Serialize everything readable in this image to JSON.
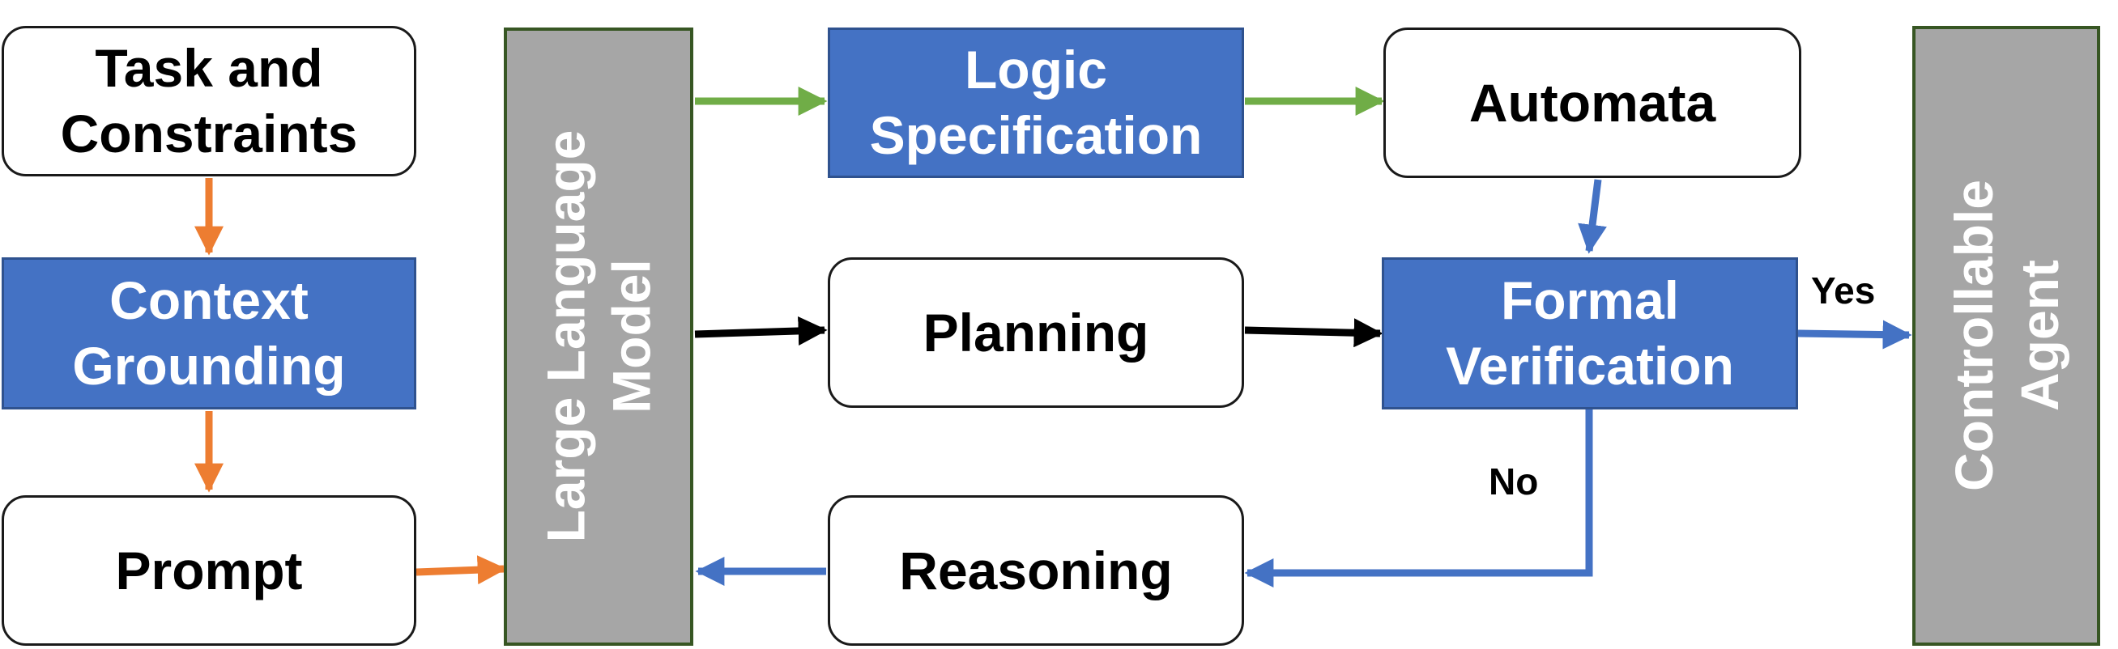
{
  "nodes": {
    "task_constraints": {
      "line1": "Task and",
      "line2": "Constraints"
    },
    "context_grounding": {
      "line1": "Context",
      "line2": "Grounding"
    },
    "prompt": {
      "label": "Prompt"
    },
    "llm": {
      "line1": "Large Language",
      "line2": "Model"
    },
    "logic_specification": {
      "line1": "Logic",
      "line2": "Specification"
    },
    "automata": {
      "label": "Automata"
    },
    "planning": {
      "label": "Planning"
    },
    "formal_verification": {
      "line1": "Formal",
      "line2": "Verification"
    },
    "reasoning": {
      "label": "Reasoning"
    },
    "controllable_agent": {
      "line1": "Controllable",
      "line2": "Agent"
    }
  },
  "edge_labels": {
    "yes": "Yes",
    "no": "No"
  },
  "colors": {
    "orange_arrow": "#ed7d31",
    "green_arrow": "#70ad47",
    "blue_arrow": "#4472c4",
    "black_arrow": "#000000",
    "blue_box": "#4472c4",
    "gray_box": "#a6a6a6"
  }
}
